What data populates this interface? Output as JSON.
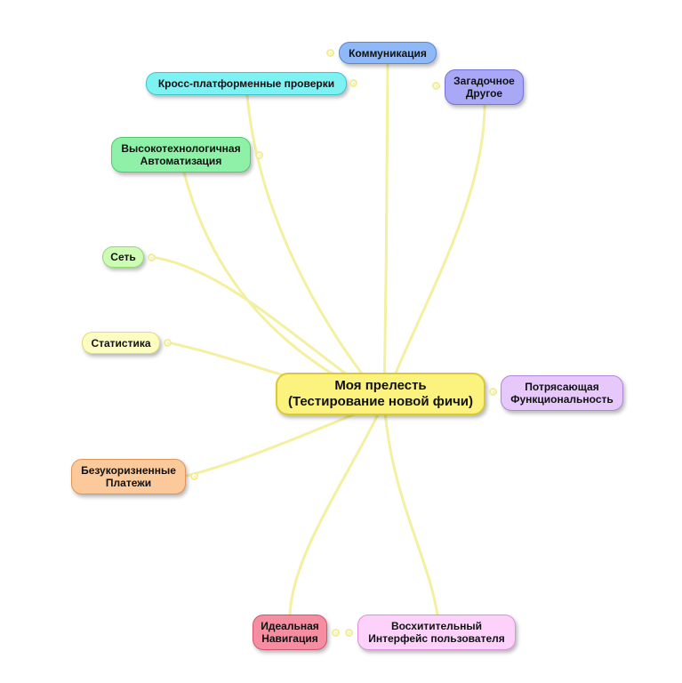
{
  "colors": {
    "link": "#f3f0a0"
  },
  "root": {
    "label": "Моя прелесть\n(Тестирование новой фичи)",
    "fill": "#fbf37e",
    "border": "#d9c83a"
  },
  "branches": [
    {
      "id": "kommunikatsiya",
      "label": "Коммуникация",
      "fill": "#8fb8f7",
      "border": "#5a86d6"
    },
    {
      "id": "kross",
      "label": "Кросс-платформенные проверки",
      "fill": "#7ef1f3",
      "border": "#3ec5c9"
    },
    {
      "id": "zagadochnoe",
      "label": "Загадочное\nДругое",
      "fill": "#a8a8f7",
      "border": "#7474d6"
    },
    {
      "id": "avtomatizatsiya",
      "label": "Высокотехнологичная\nАвтоматизация",
      "fill": "#8ff0a8",
      "border": "#4fca72"
    },
    {
      "id": "set",
      "label": "Сеть",
      "fill": "#cdfcb5",
      "border": "#93d877"
    },
    {
      "id": "statistika",
      "label": "Статистика",
      "fill": "#fdfcc2",
      "border": "#e1dc78"
    },
    {
      "id": "funktsionalnost",
      "label": "Потрясающая\nФункциональность",
      "fill": "#e6c8fb",
      "border": "#b486dc"
    },
    {
      "id": "platezhi",
      "label": "Безукоризненные\nПлатежи",
      "fill": "#fbc99a",
      "border": "#e09456"
    },
    {
      "id": "navigatsiya",
      "label": "Идеальная\nНавигация",
      "fill": "#f48ea0",
      "border": "#d25570"
    },
    {
      "id": "interfeys",
      "label": "Восхитительный\nИнтерфейс пользователя",
      "fill": "#fcd2fb",
      "border": "#dd8fdc"
    }
  ]
}
